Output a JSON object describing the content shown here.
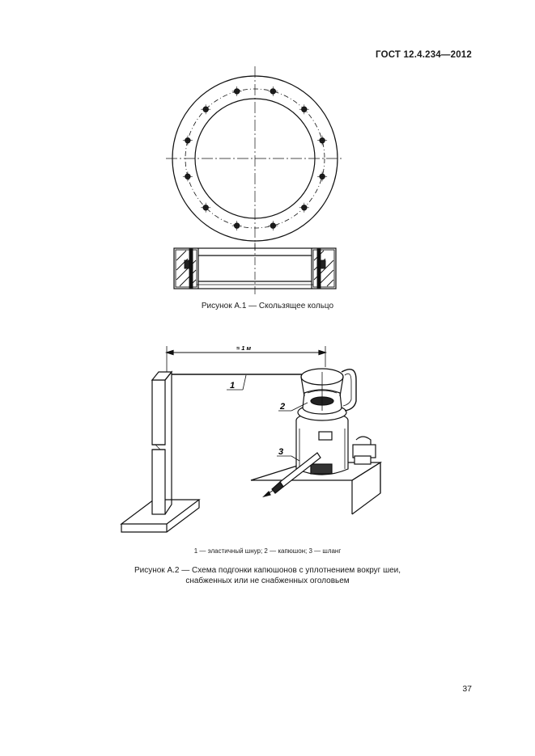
{
  "header": {
    "standard_code": "ГОСТ 12.4.234—2012"
  },
  "figure1": {
    "caption": "Рисунок А.1 — Скользящее кольцо"
  },
  "figure2": {
    "dimension_label": "≈ 1 м",
    "callouts": [
      "1",
      "2",
      "3"
    ],
    "legend": "1 — эластичный шнур; 2 — капюшон; 3 — шланг",
    "caption_line1": "Рисунок А.2 — Схема подгонки капюшонов с уплотнением вокруг шеи,",
    "caption_line2": "снабженных или не снабженных оголовьем"
  },
  "footer": {
    "page_number": "37"
  }
}
